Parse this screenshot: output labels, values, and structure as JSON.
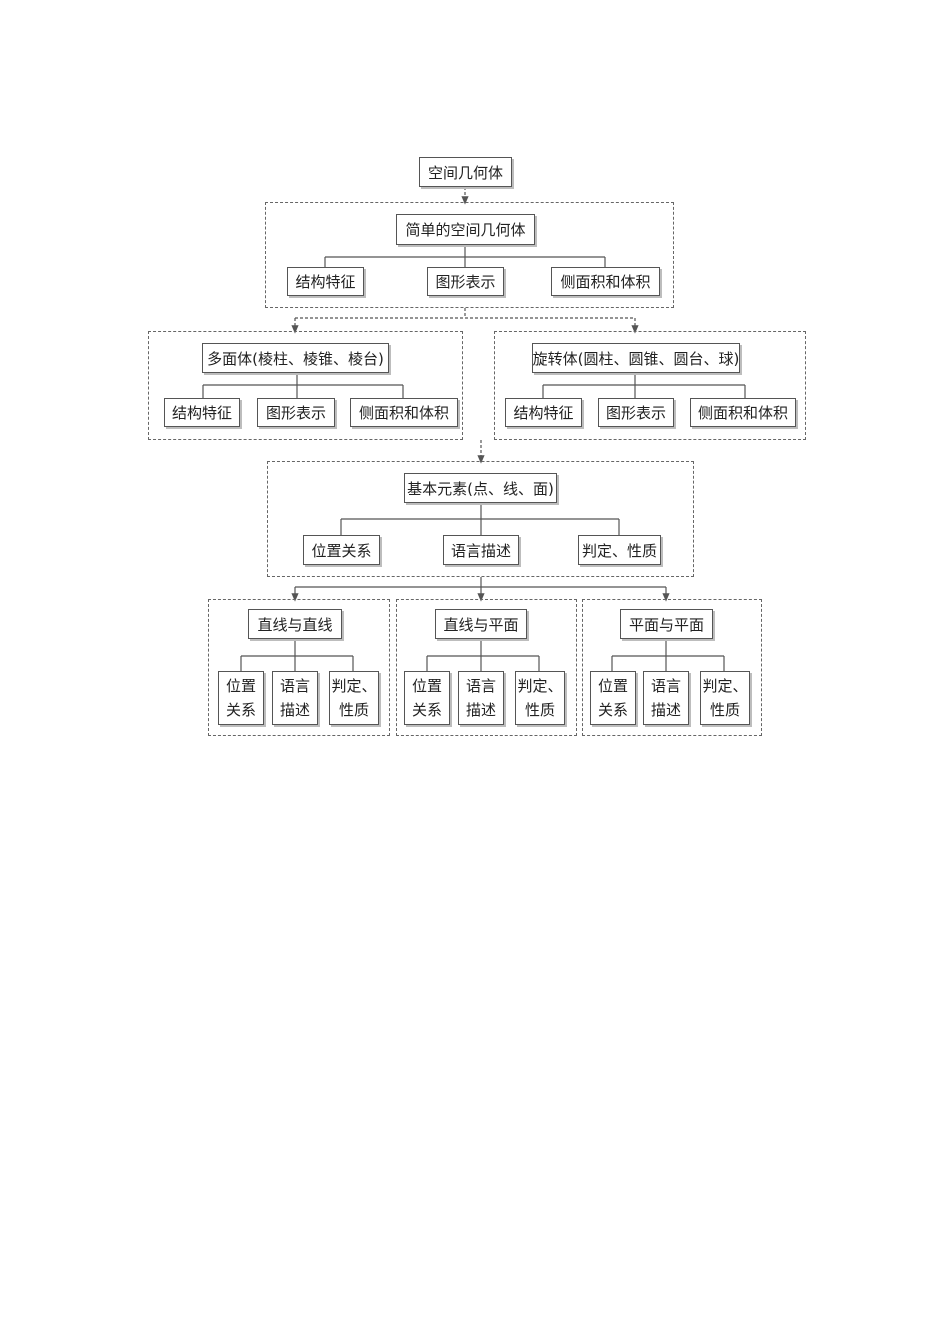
{
  "root": "空间几何体",
  "simple": {
    "title": "简单的空间几何体",
    "children": [
      "结构特征",
      "图形表示",
      "侧面积和体积"
    ]
  },
  "polyhedron": {
    "title": "多面体(棱柱、棱锥、棱台)",
    "children": [
      "结构特征",
      "图形表示",
      "侧面积和体积"
    ]
  },
  "rotation": {
    "title": "旋转体(圆柱、圆锥、圆台、球)",
    "children": [
      "结构特征",
      "图形表示",
      "侧面积和体积"
    ]
  },
  "elements": {
    "title": "基本元素(点、线、面)",
    "children": [
      "位置关系",
      "语言描述",
      "判定、性质"
    ]
  },
  "line_line": {
    "title": "直线与直线",
    "children": [
      [
        "位置",
        "关系"
      ],
      [
        "语言",
        "描述"
      ],
      [
        "判定、",
        "性质"
      ]
    ]
  },
  "line_plane": {
    "title": "直线与平面",
    "children": [
      [
        "位置",
        "关系"
      ],
      [
        "语言",
        "描述"
      ],
      [
        "判定、",
        "性质"
      ]
    ]
  },
  "plane_plane": {
    "title": "平面与平面",
    "children": [
      [
        "位置",
        "关系"
      ],
      [
        "语言",
        "描述"
      ],
      [
        "判定、",
        "性质"
      ]
    ]
  }
}
